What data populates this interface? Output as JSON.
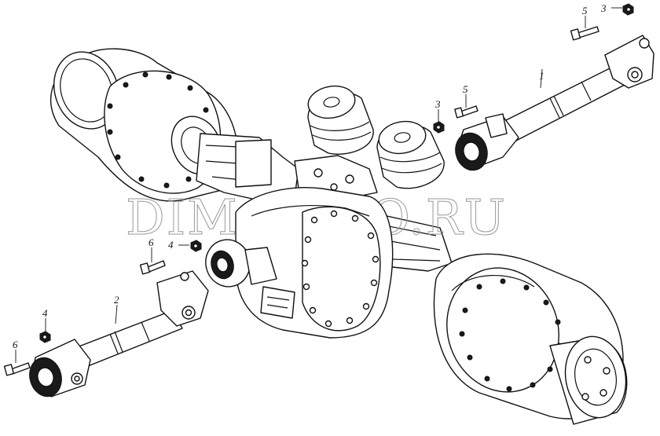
{
  "watermark": "DIM-AUTO.RU",
  "callouts": [
    {
      "id": "c1",
      "label": "1"
    },
    {
      "id": "c2",
      "label": "2"
    },
    {
      "id": "c3a",
      "label": "3"
    },
    {
      "id": "c3b",
      "label": "3"
    },
    {
      "id": "c4a",
      "label": "4"
    },
    {
      "id": "c4b",
      "label": "4"
    },
    {
      "id": "c5a",
      "label": "5"
    },
    {
      "id": "c5b",
      "label": "5"
    },
    {
      "id": "c6a",
      "label": "6"
    },
    {
      "id": "c6b",
      "label": "6"
    }
  ]
}
